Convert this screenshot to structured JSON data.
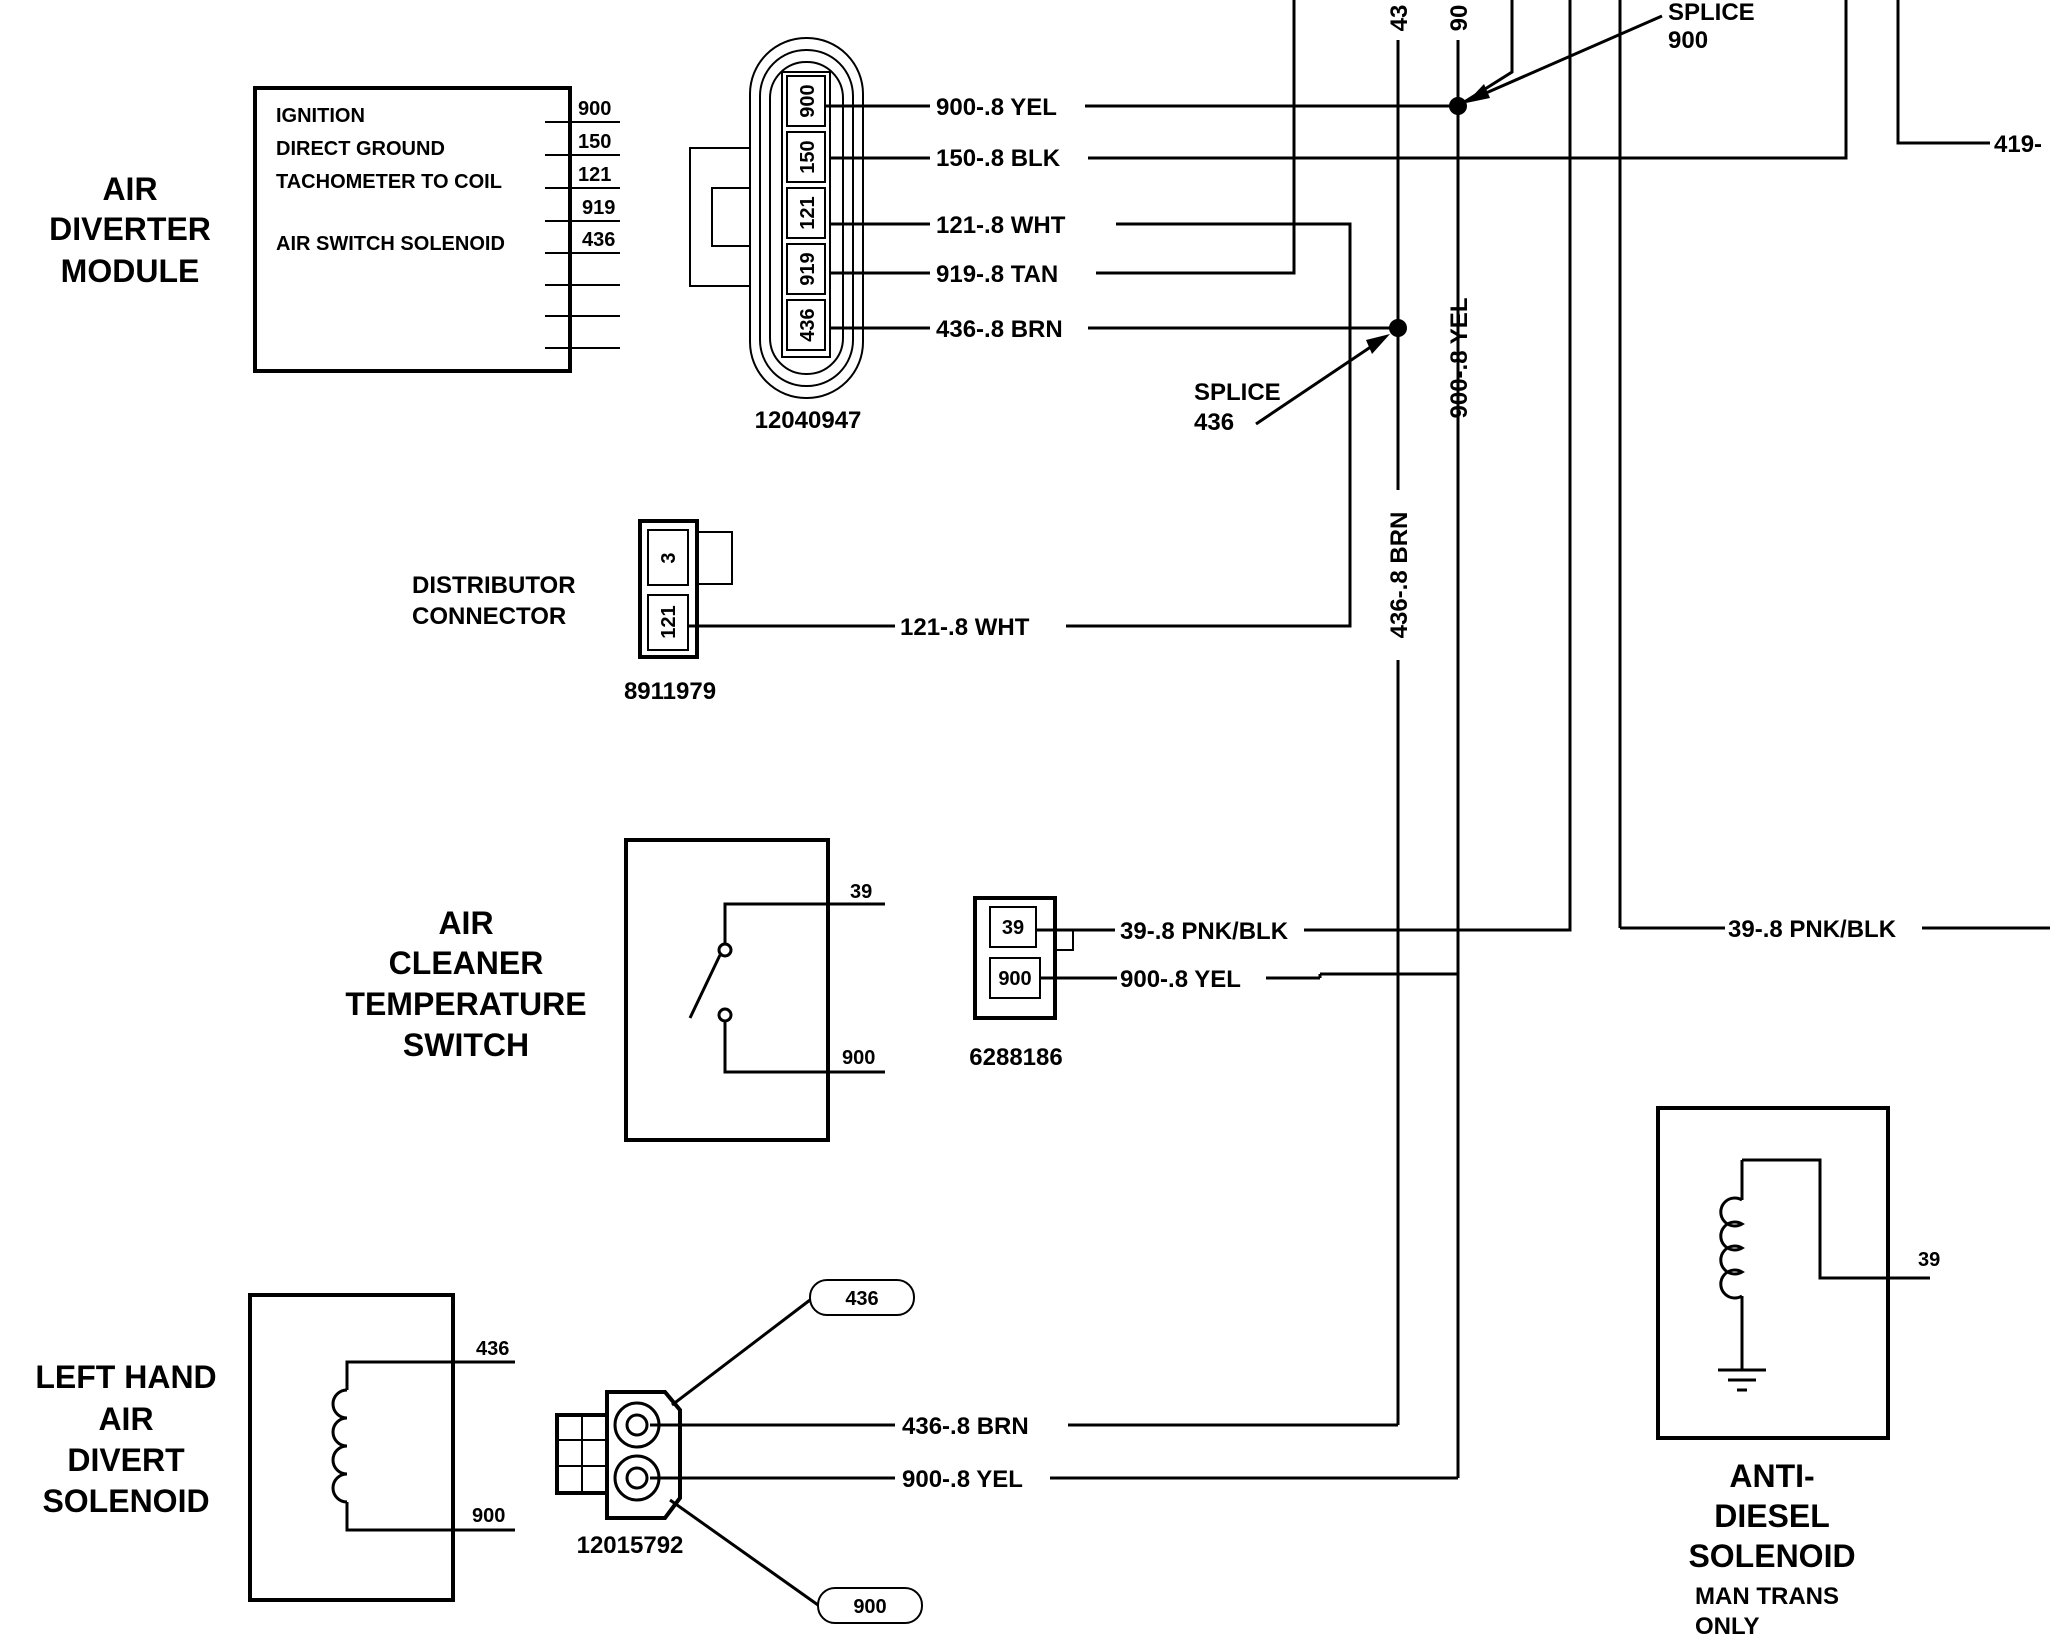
{
  "components": {
    "air_diverter_module": {
      "title": [
        "AIR",
        "DIVERTER",
        "MODULE"
      ],
      "functions": [
        "IGNITION",
        "DIRECT GROUND",
        "TACHOMETER TO COIL",
        "AIR SWITCH SOLENOID"
      ],
      "pins": [
        "900",
        "150",
        "121",
        "919",
        "436"
      ]
    },
    "module_connector": {
      "part": "12040947",
      "cavities": [
        "900",
        "150",
        "121",
        "919",
        "436"
      ]
    },
    "distributor_connector": {
      "title": [
        "DISTRIBUTOR",
        "CONNECTOR"
      ],
      "part": "8911979",
      "cavities": [
        "3",
        "121"
      ]
    },
    "air_cleaner_temp_switch": {
      "title": [
        "AIR",
        "CLEANER",
        "TEMPERATURE",
        "SWITCH"
      ],
      "pins": [
        "39",
        "900"
      ]
    },
    "switch_connector": {
      "part": "6288186",
      "cavities": [
        "39",
        "900"
      ]
    },
    "lh_air_divert_solenoid": {
      "title": [
        "LEFT HAND",
        "AIR",
        "DIVERT",
        "SOLENOID"
      ],
      "pins": [
        "436",
        "900"
      ]
    },
    "solenoid_connector": {
      "part": "12015792",
      "tags": [
        "436",
        "900"
      ]
    },
    "anti_diesel_solenoid": {
      "title": [
        "ANTI-",
        "DIESEL",
        "SOLENOID"
      ],
      "note": [
        "MAN TRANS",
        "ONLY"
      ],
      "pin": "39"
    }
  },
  "wires": {
    "w900": "900-.8 YEL",
    "w150": "150-.8 BLK",
    "w121": "121-.8 WHT",
    "w919": "919-.8 TAN",
    "w436": "436-.8 BRN",
    "w121_dist": "121-.8 WHT",
    "w39_switch": "39-.8 PNK/BLK",
    "w900_switch": "900-.8 YEL",
    "w39_right": "39-.8 PNK/BLK",
    "w436_sol": "436-.8 BRN",
    "w900_sol": "900-.8 YEL",
    "vert_436": "436-.8 BRN",
    "vert_900": "900-.8 YEL",
    "top_43": "43",
    "top_90": "90",
    "right_419": "419-"
  },
  "splices": {
    "s900": [
      "SPLICE",
      "900"
    ],
    "s436": [
      "SPLICE",
      "436"
    ]
  }
}
